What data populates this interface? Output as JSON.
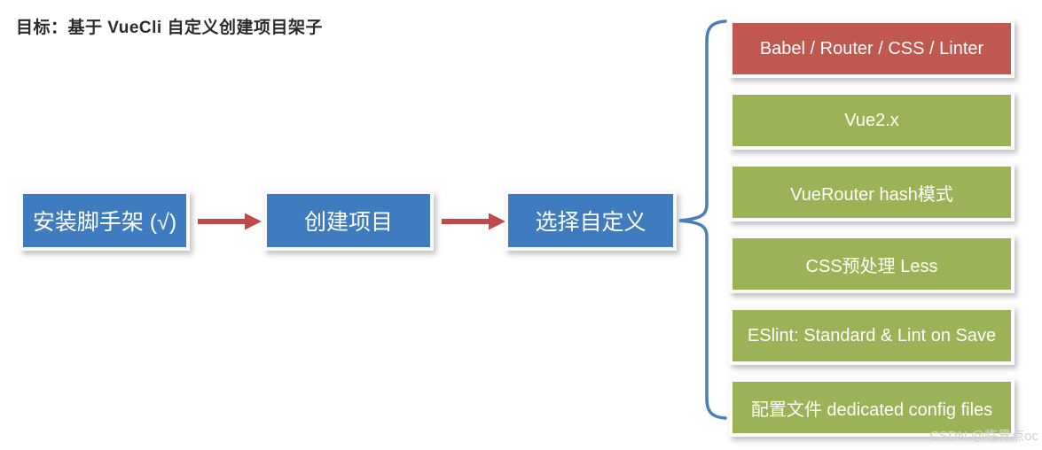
{
  "title": "目标：基于 VueCli 自定义创建项目架子",
  "flow": {
    "steps": [
      {
        "label": "安装脚手架 (√)"
      },
      {
        "label": "创建项目"
      },
      {
        "label": "选择自定义"
      }
    ]
  },
  "options": [
    {
      "label": "Babel / Router / CSS / Linter",
      "color": "#c0584f"
    },
    {
      "label": "Vue2.x",
      "color": "#9bb356"
    },
    {
      "label": "VueRouter hash模式",
      "color": "#9bb356"
    },
    {
      "label": "CSS预处理 Less",
      "color": "#9bb356"
    },
    {
      "label": "ESlint: Standard & Lint on Save",
      "color": "#9bb356"
    },
    {
      "label": "配置文件 dedicated config files",
      "color": "#9bb356"
    }
  ],
  "watermark": "CSDN @临界点oc",
  "colors": {
    "step_fill": "#3e7bbf",
    "arrow": "#be4b48",
    "brace": "#4a7ebb",
    "option_green": "#9bb356",
    "option_red": "#c0584f"
  }
}
